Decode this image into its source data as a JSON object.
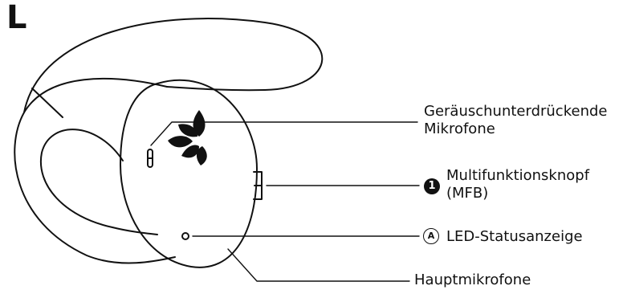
{
  "side_label": "L",
  "callouts": {
    "noise_mics": {
      "line1": "Geräuschunterdrückende",
      "line2": "Mikrofone"
    },
    "mfb": {
      "badge": "1",
      "line1": "Multifunktionsknopf",
      "line2": "(MFB)"
    },
    "led": {
      "badge": "A",
      "text": "LED-Statusanzeige"
    },
    "main_mics": {
      "text": "Hauptmikrofone"
    }
  },
  "colors": {
    "ink": "#111111",
    "background": "#ffffff"
  }
}
